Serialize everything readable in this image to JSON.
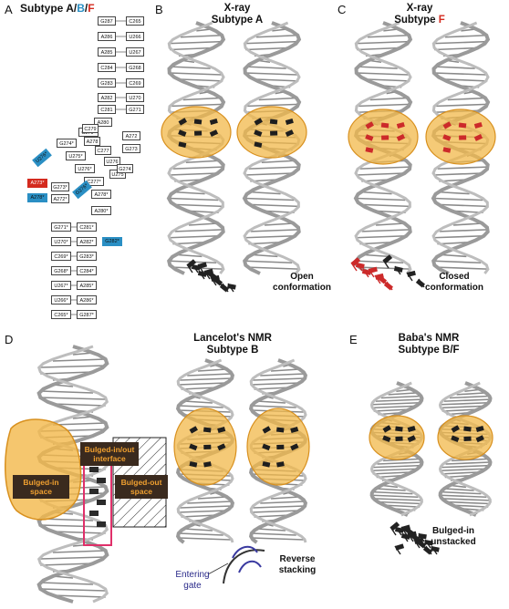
{
  "panels": {
    "A": {
      "letter": "A",
      "title_prefix": "Subtype A/",
      "title_b": "B",
      "title_sep": "/",
      "title_f": "F",
      "stem_left": [
        "G287",
        "A286",
        "A285",
        "C284",
        "G283",
        "A282",
        "C281"
      ],
      "stem_right": [
        "C265",
        "U266",
        "U267",
        "G268",
        "C269",
        "U270",
        "G271"
      ],
      "center_top": "A280",
      "loop_right": [
        "A272",
        "G273"
      ],
      "diag_left": [
        "G274*",
        "U275*",
        "U276*",
        "C277*",
        "A278*",
        "C279*"
      ],
      "diag_right": [
        "C279",
        "A278",
        "C277",
        "U276",
        "U275",
        "G274"
      ],
      "mid_left": [
        "G273*",
        "A272*"
      ],
      "mid_right": "A280*",
      "tag_u276": "U276*",
      "tag_a273": "A273*",
      "tag_a278": "A278*",
      "tag_g276": "G276*",
      "stem2_left": [
        "G271*",
        "U270*",
        "C269*",
        "G268*",
        "U267*",
        "U266*",
        "C265*"
      ],
      "stem2_right": [
        "C281*",
        "A282*",
        "G283*",
        "C284*",
        "A285*",
        "A286*",
        "G287*"
      ],
      "tag_g282": "G282*"
    },
    "B": {
      "letter": "B",
      "title_line1": "X-ray",
      "title_line2": "Subtype A",
      "caption": "Open\nconformation"
    },
    "C": {
      "letter": "C",
      "title_line1": "X-ray",
      "title_line2_prefix": "Subtype ",
      "title_line2_f": "F",
      "caption": "Closed\nconformation"
    },
    "D": {
      "letter": "D",
      "title_line1": "Lancelot's NMR",
      "title_line2": "Subtype B",
      "label_interface": "Bulged-in/out\ninterface",
      "label_in": "Bulged-in\nspace",
      "label_out": "Bulged-out\nspace",
      "caption_gate": "Entering\ngate",
      "caption": "Reverse\nstacking"
    },
    "E": {
      "letter": "E",
      "title_line1": "Baba's NMR",
      "title_line2": "Subtype B/F",
      "caption": "Bulged-in\nunstacked"
    }
  },
  "colors": {
    "blue": "#2a8fc4",
    "red": "#d42a1e",
    "orange": "#f0a030",
    "dark_label": "#3a2a1e",
    "pink": "#e0306a"
  }
}
